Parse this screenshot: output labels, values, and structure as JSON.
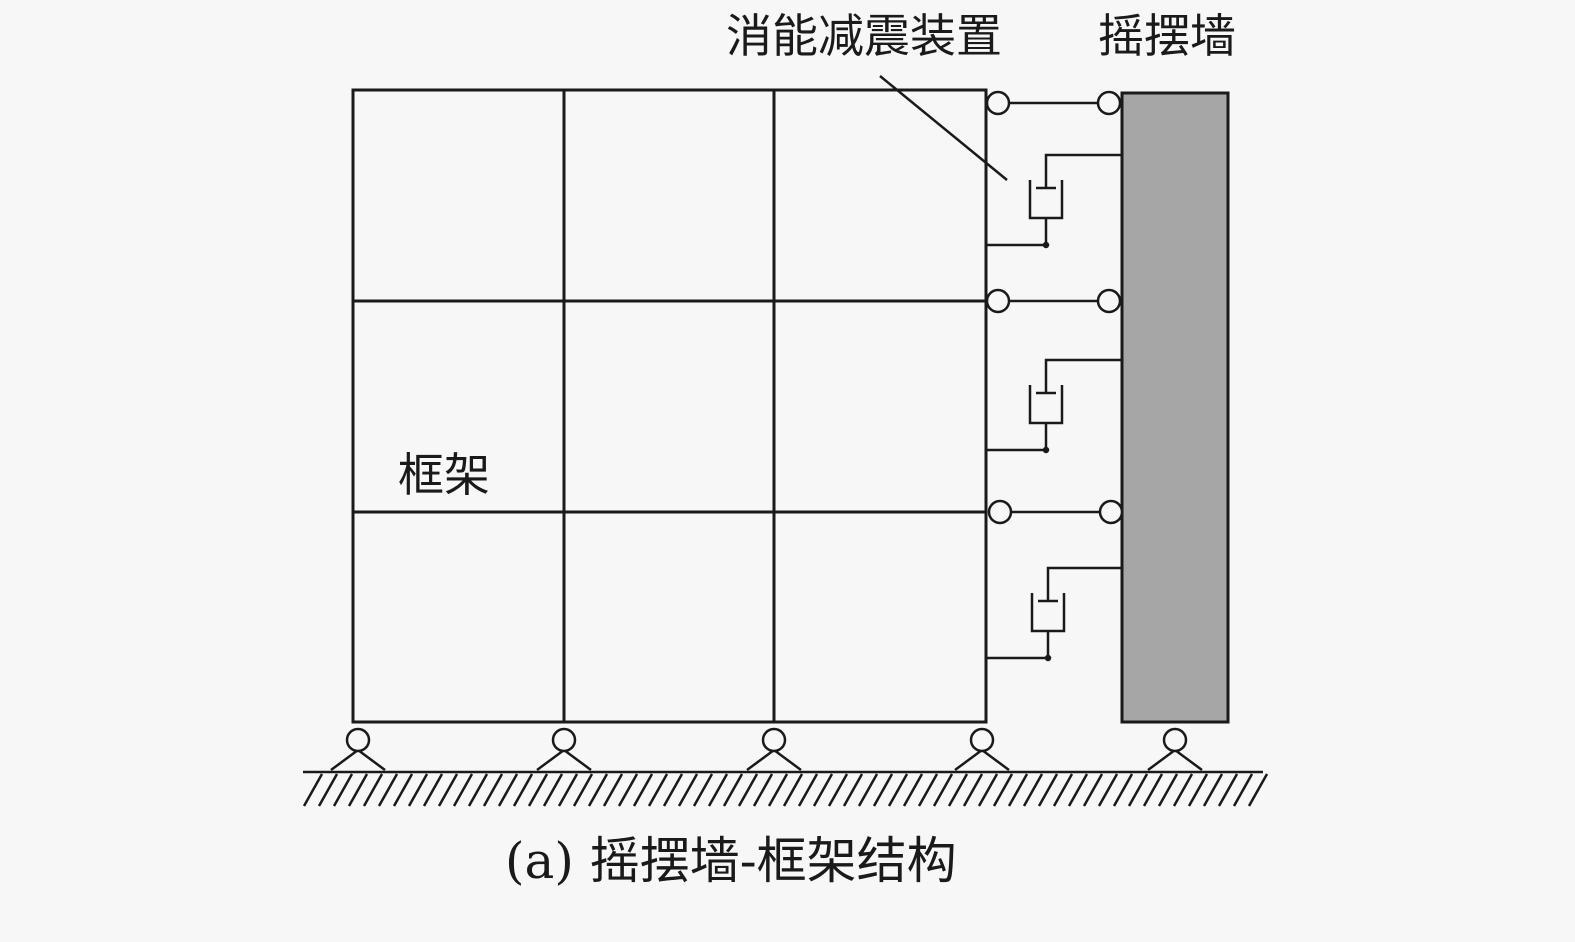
{
  "labels": {
    "damper": "消能减震装置",
    "rocking_wall": "摇摆墙",
    "frame": "框架",
    "caption": "(a) 摇摆墙-框架结构"
  },
  "structure": {
    "frame_bays": 3,
    "frame_stories": 3,
    "links_per_story": 1,
    "dampers": 3,
    "supports": 5
  },
  "colors": {
    "line": "#1a1a1a",
    "wall_fill": "#a6a6a6",
    "background": "#f7f7f7"
  }
}
